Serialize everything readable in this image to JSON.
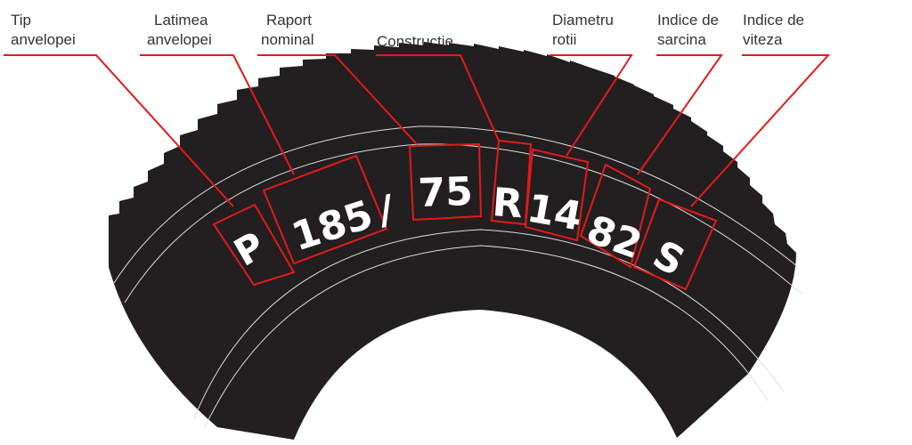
{
  "labels": [
    {
      "id": "tip",
      "line1": "Tip",
      "line2": "anvelopei"
    },
    {
      "id": "latime",
      "line1": "Latimea",
      "line2": "anvelopei"
    },
    {
      "id": "raport",
      "line1": "Raport",
      "line2": "nominal"
    },
    {
      "id": "constructie",
      "line1": "",
      "line2": "Constructie"
    },
    {
      "id": "diametru",
      "line1": "Diametru",
      "line2": "rotii"
    },
    {
      "id": "sarcina",
      "line1": "Indice de",
      "line2": "sarcina"
    },
    {
      "id": "viteza",
      "line1": "Indice de",
      "line2": "viteza"
    }
  ],
  "code": {
    "type": "P",
    "width": "185",
    "slash": "/",
    "ratio": "75",
    "construction": "R",
    "diameter": "14",
    "load": "82",
    "speed": "S"
  },
  "colors": {
    "accent": "#e3191b",
    "tire": "#231f20",
    "text": "#333333"
  }
}
